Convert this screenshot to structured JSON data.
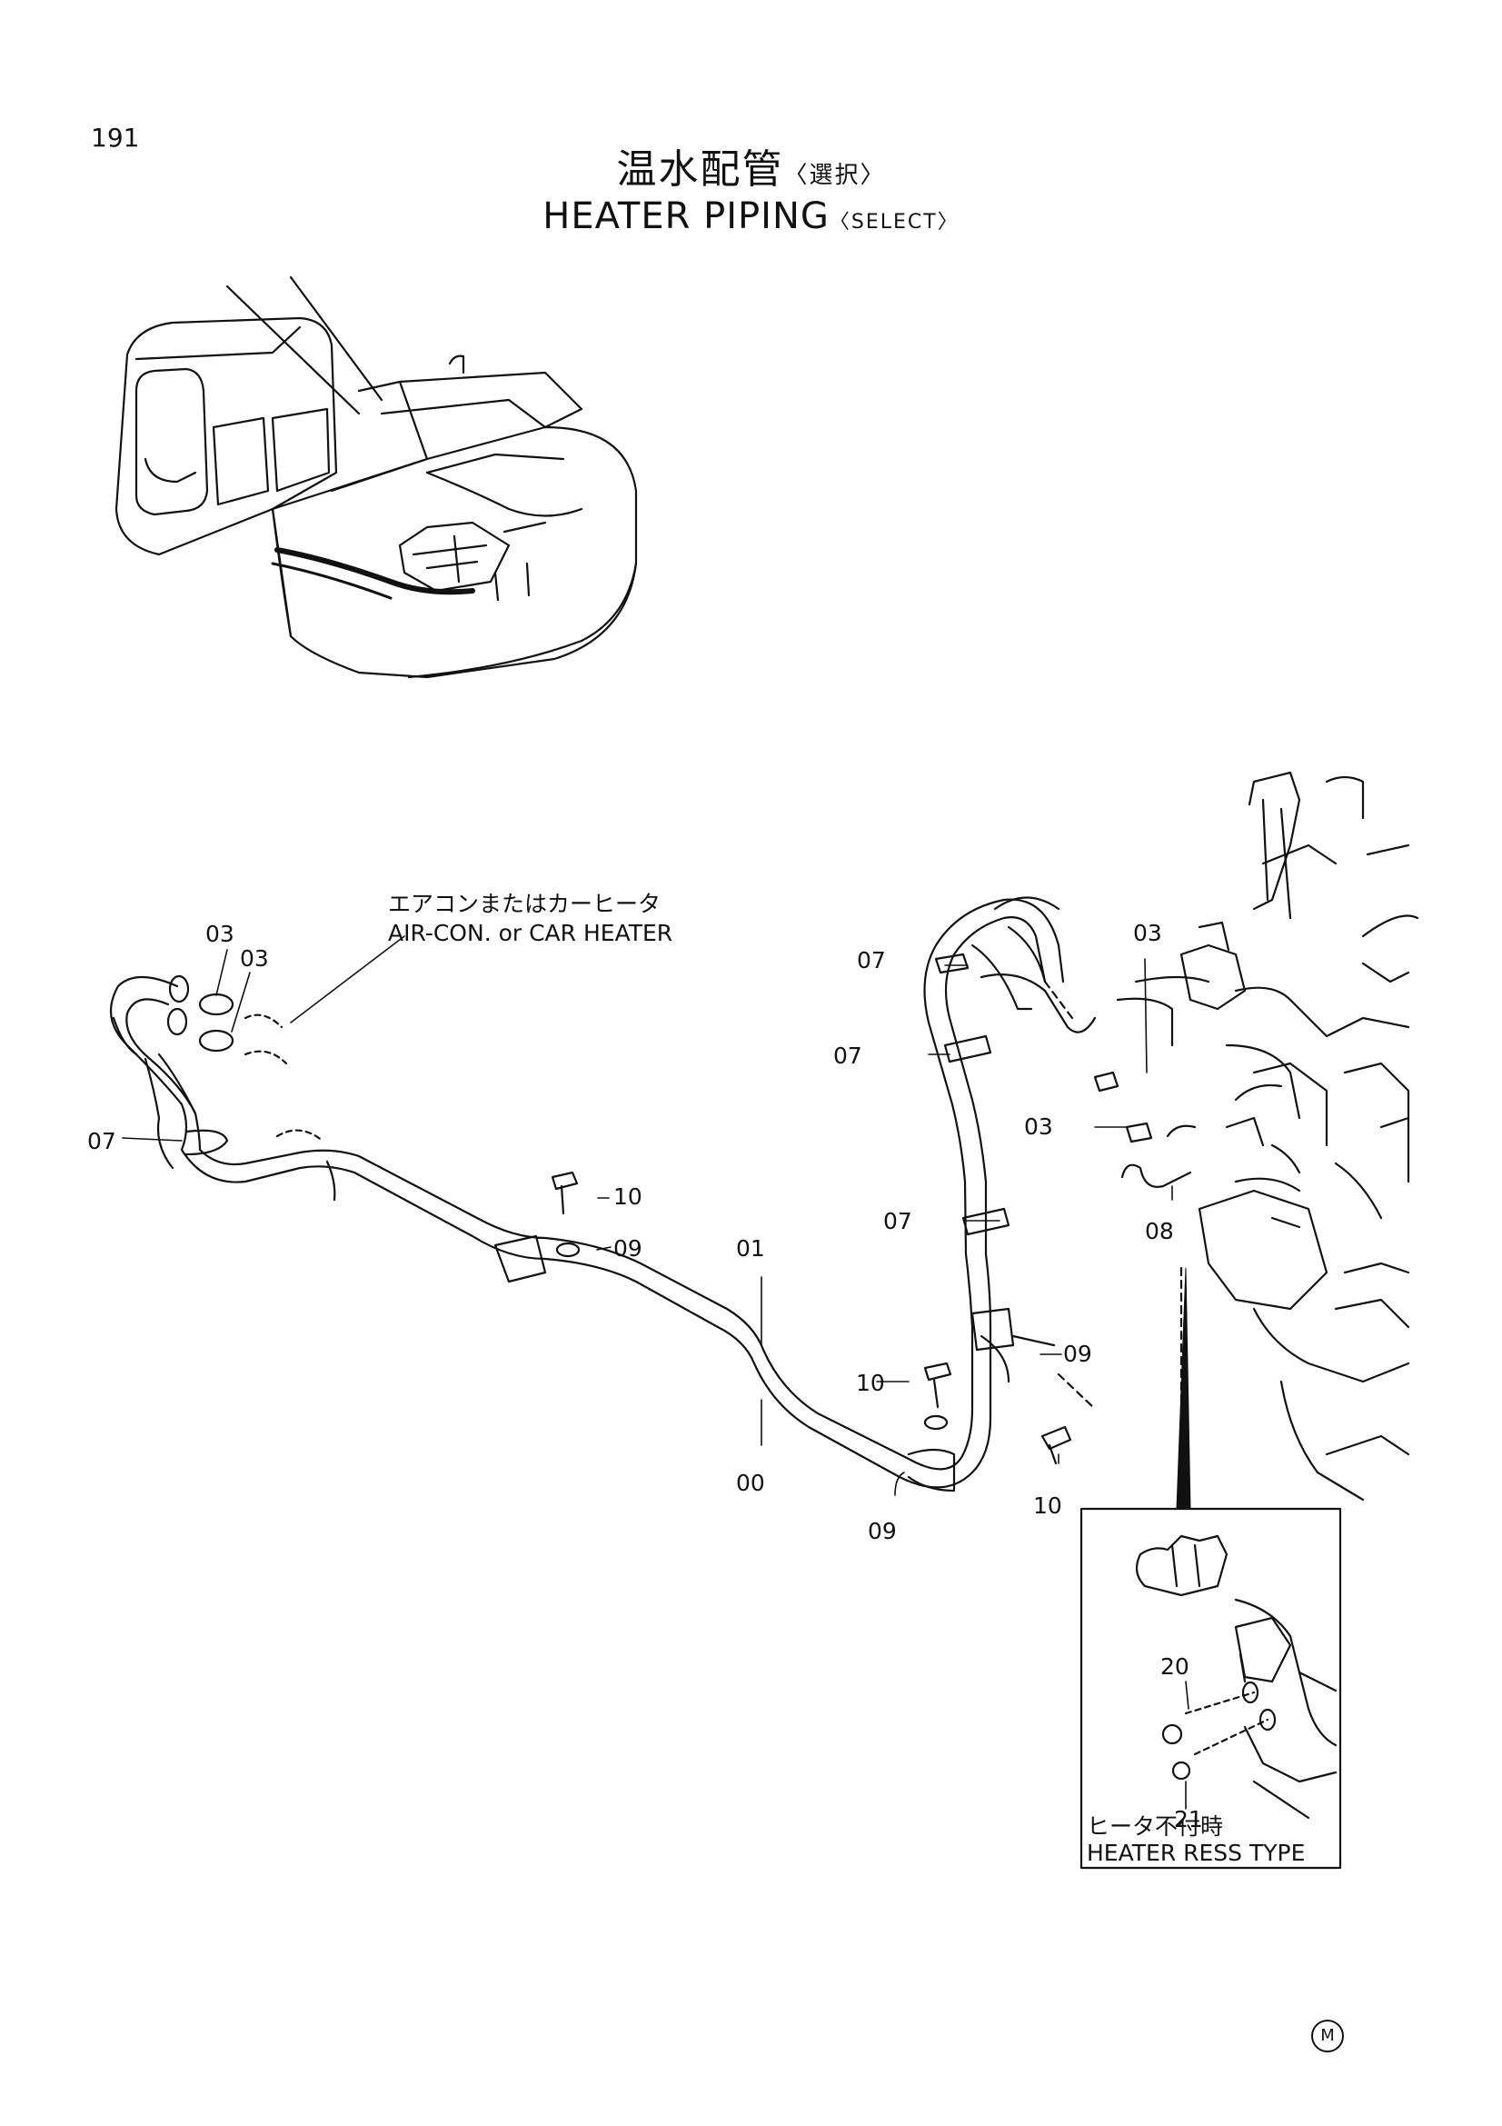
{
  "page": {
    "number": "191"
  },
  "title": {
    "jp_main": "温水配管",
    "jp_select": "〈選択〉",
    "en_main": "HEATER PIPING",
    "en_select": "〈SELECT〉"
  },
  "notes": {
    "aircon_jp": "エアコンまたはカーヒータ",
    "aircon_en": "AIR-CON. or CAR HEATER",
    "inset_jp": "ヒータ不付時",
    "inset_en": "HEATER RESS TYPE"
  },
  "callouts": [
    {
      "id": "03",
      "label": "03"
    },
    {
      "id": "03b",
      "label": "03"
    },
    {
      "id": "07",
      "label": "07"
    },
    {
      "id": "10",
      "label": "10"
    },
    {
      "id": "09",
      "label": "09"
    },
    {
      "id": "01",
      "label": "01"
    },
    {
      "id": "00",
      "label": "00"
    },
    {
      "id": "10b",
      "label": "10"
    },
    {
      "id": "09b",
      "label": "09"
    },
    {
      "id": "07b",
      "label": "07"
    },
    {
      "id": "07c",
      "label": "07"
    },
    {
      "id": "07d",
      "label": "07"
    },
    {
      "id": "09c",
      "label": "09"
    },
    {
      "id": "10c",
      "label": "10"
    },
    {
      "id": "03c",
      "label": "03"
    },
    {
      "id": "03d",
      "label": "03"
    },
    {
      "id": "08",
      "label": "08"
    },
    {
      "id": "20",
      "label": "20"
    },
    {
      "id": "21",
      "label": "21"
    }
  ],
  "corner_mark": {
    "label": "M"
  }
}
